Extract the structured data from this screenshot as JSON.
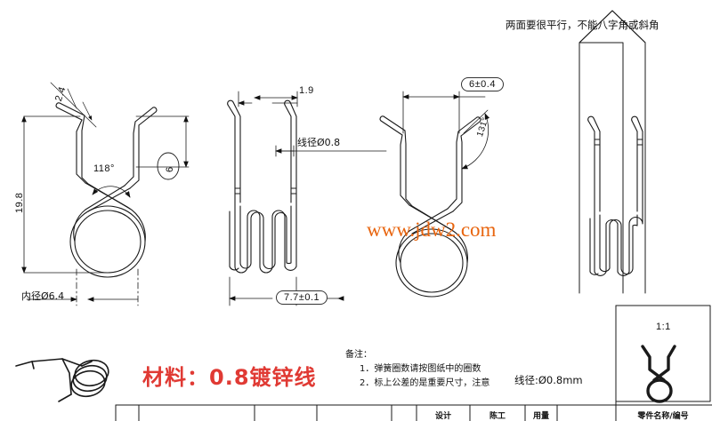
{
  "drawing": {
    "title_note_top": "两面要很平行，不能八字角或斜角",
    "watermark": "www.jdw2.com",
    "material_label": "材料：0.8镀锌线",
    "wire_spec_label": "线径:Ø0.8mm",
    "scale_label": "1:1",
    "accent_color": "#e03a34",
    "watermark_color": "#e8650f",
    "line_color": "#1a1a1a"
  },
  "views": {
    "view1": {
      "name": "left-side-view",
      "dimensions": {
        "leg_tip": "2.4",
        "overall_height": "19.8",
        "included_angle": "118°",
        "leg_offset": "6",
        "inner_diameter": "内径Ø6.4"
      }
    },
    "view2": {
      "name": "front-view-coils",
      "dimensions": {
        "top_gap": "1.9",
        "wire_diameter": "线径Ø0.8",
        "coil_width": "7.7±0.1"
      }
    },
    "view3": {
      "name": "rear-side-view",
      "dimensions": {
        "opening_width": "6±0.4",
        "leg_angle": "131°"
      }
    },
    "view4": {
      "name": "assembly-check-view",
      "dimensions": {}
    }
  },
  "notes": {
    "header": "备注：",
    "items": [
      "1．弹簧圈数请按图纸中的圈数",
      "2．标上公差的是重要尺寸，注意"
    ]
  },
  "title_block": {
    "part_name_label": "零件名称/编号",
    "cells": [
      {
        "label": ""
      },
      {
        "label": ""
      },
      {
        "label": ""
      },
      {
        "label": ""
      },
      {
        "label": ""
      },
      {
        "label": "设计"
      },
      {
        "label": "陈工"
      },
      {
        "label": "用量"
      },
      {
        "label": ""
      }
    ]
  }
}
